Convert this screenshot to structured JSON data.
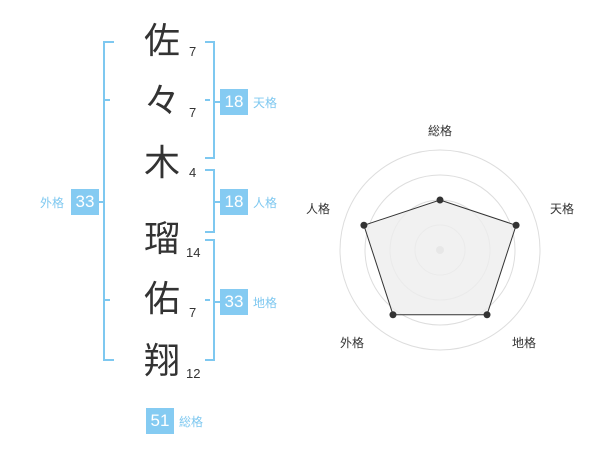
{
  "colors": {
    "accent": "#7ec8f0",
    "badge": "#85cbf2",
    "text": "#333333",
    "radar_fill": "#eeeeee",
    "radar_line": "#333333",
    "ring": "#dddddd"
  },
  "name": {
    "chars": [
      {
        "char": "佐",
        "strokes": "7"
      },
      {
        "char": "々",
        "strokes": "7"
      },
      {
        "char": "木",
        "strokes": "4"
      },
      {
        "char": "瑠",
        "strokes": "14"
      },
      {
        "char": "佑",
        "strokes": "7"
      },
      {
        "char": "翔",
        "strokes": "12"
      }
    ]
  },
  "fortune": {
    "tenkaku": {
      "value": "18",
      "label": "天格"
    },
    "jinkaku": {
      "value": "18",
      "label": "人格"
    },
    "chikaku": {
      "value": "33",
      "label": "地格"
    },
    "gaikaku": {
      "value": "33",
      "label": "外格"
    },
    "soukaku": {
      "value": "51",
      "label": "総格"
    }
  },
  "chart_data": {
    "type": "radar",
    "axes": [
      "総格",
      "天格",
      "地格",
      "外格",
      "人格"
    ],
    "values": [
      0.5,
      0.8,
      0.8,
      0.8,
      0.8
    ],
    "range": [
      0,
      1
    ],
    "rings": 4
  }
}
